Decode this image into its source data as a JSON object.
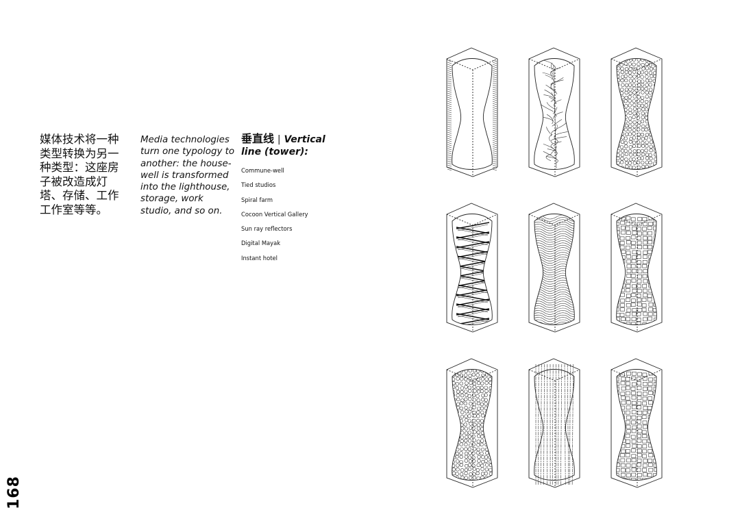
{
  "intro_zh": "媒体技术将一种类型转换为另一种类型：这座房子被改造成灯塔、存储、工作工作室等等。",
  "intro_en": "Media technologies turn one typology to another: the house-well is transformed into the lighthouse, storage, work studio, and so on.",
  "section": {
    "title_zh": "垂直线",
    "separator": "|",
    "title_en": "Vertical line (tower):",
    "items": [
      "Commune-well",
      "Tied studios",
      "Spiral farm",
      "Cocoon Vertical Gallery",
      "Sun ray reflectors",
      "Digital Mayak",
      "Instant hotel"
    ]
  },
  "page_number": "168",
  "drawings": [
    {
      "pattern": "wall-stripes"
    },
    {
      "pattern": "branches"
    },
    {
      "pattern": "cells"
    },
    {
      "pattern": "spiral"
    },
    {
      "pattern": "waves"
    },
    {
      "pattern": "grid"
    },
    {
      "pattern": "cells"
    },
    {
      "pattern": "verticals"
    },
    {
      "pattern": "grid"
    }
  ]
}
